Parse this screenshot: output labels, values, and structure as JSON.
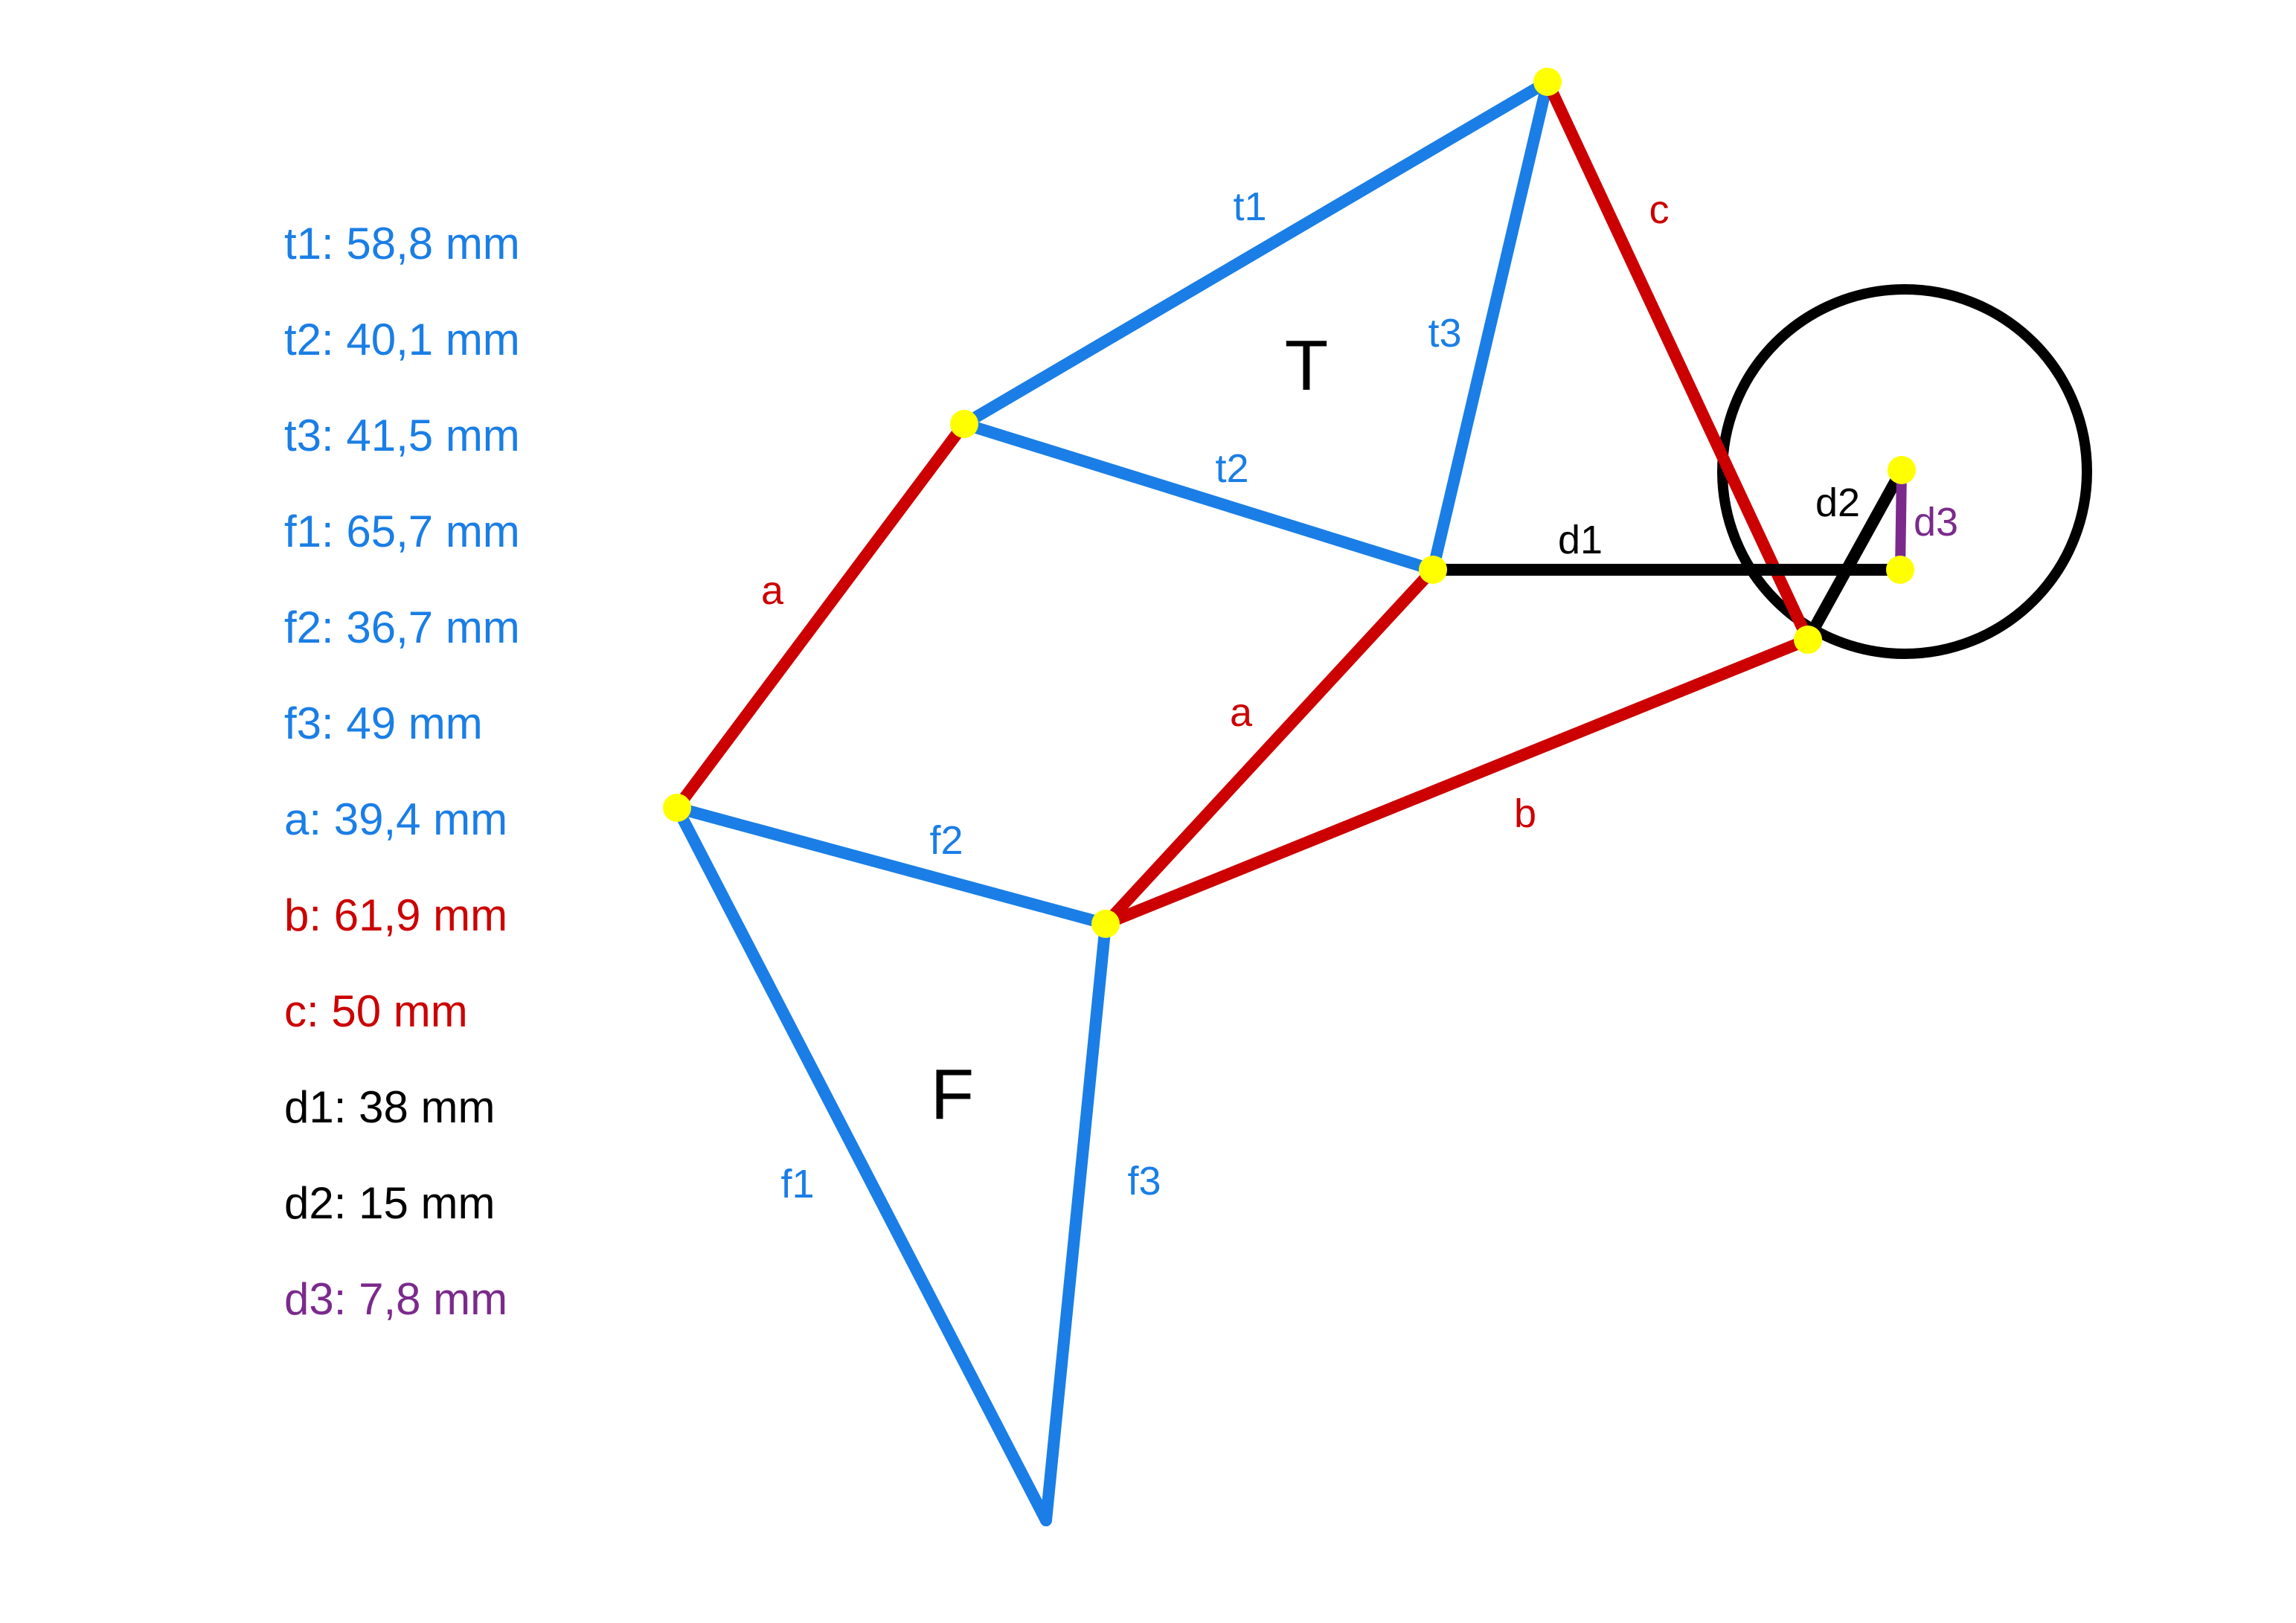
{
  "colors": {
    "blue": "#1a7ee6",
    "red": "#cc0000",
    "black": "#000000",
    "purple": "#7b2a8c",
    "node": "#ffff00"
  },
  "legend": [
    {
      "key": "t1",
      "text": "t1: 58,8 mm",
      "color": "blue"
    },
    {
      "key": "t2",
      "text": "t2: 40,1 mm",
      "color": "blue"
    },
    {
      "key": "t3",
      "text": "t3: 41,5 mm",
      "color": "blue"
    },
    {
      "key": "f1",
      "text": "f1: 65,7 mm",
      "color": "blue"
    },
    {
      "key": "f2",
      "text": "f2: 36,7 mm",
      "color": "blue"
    },
    {
      "key": "f3",
      "text": "f3: 49 mm",
      "color": "blue"
    },
    {
      "key": "a",
      "text": "a: 39,4 mm",
      "color": "blue"
    },
    {
      "key": "b",
      "text": "b: 61,9 mm",
      "color": "red"
    },
    {
      "key": "c",
      "text": "c: 50 mm",
      "color": "red"
    },
    {
      "key": "d1",
      "text": "d1: 38 mm",
      "color": "black"
    },
    {
      "key": "d2",
      "text": "d2: 15 mm",
      "color": "black"
    },
    {
      "key": "d3",
      "text": "d3: 7,8 mm",
      "color": "purple"
    }
  ],
  "regions": {
    "top": "T",
    "front": "F"
  },
  "segments": [
    {
      "id": "t1",
      "label": "t1",
      "color": "blue"
    },
    {
      "id": "t2",
      "label": "t2",
      "color": "blue"
    },
    {
      "id": "t3",
      "label": "t3",
      "color": "blue"
    },
    {
      "id": "f1",
      "label": "f1",
      "color": "blue"
    },
    {
      "id": "f2",
      "label": "f2",
      "color": "blue"
    },
    {
      "id": "f3",
      "label": "f3",
      "color": "blue"
    },
    {
      "id": "a-upper",
      "label": "a",
      "color": "red"
    },
    {
      "id": "a-lower",
      "label": "a",
      "color": "red"
    },
    {
      "id": "b",
      "label": "b",
      "color": "red"
    },
    {
      "id": "c",
      "label": "c",
      "color": "red"
    },
    {
      "id": "d1",
      "label": "d1",
      "color": "black"
    },
    {
      "id": "d2",
      "label": "d2",
      "color": "black"
    },
    {
      "id": "d3",
      "label": "d3",
      "color": "purple"
    }
  ]
}
